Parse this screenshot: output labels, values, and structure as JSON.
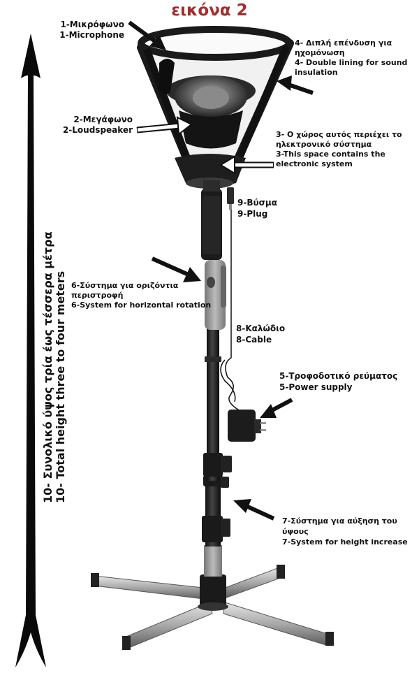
{
  "title": "εικόνα 2",
  "labels": {
    "microphone": {
      "gr": "1-Μικρόφωνο",
      "en": "1-Microphone"
    },
    "loudspeaker": {
      "gr": "2-Μεγάφωνο",
      "en": "2-Loudspeaker"
    },
    "electronics": {
      "gr1": "3- Ο χώρος αυτός περιέχει το",
      "gr2": "ηλεκτρονικό σύστημα",
      "en1": "3-This space contains the",
      "en2": "electronic system"
    },
    "lining": {
      "gr1": "4- Διπλή επένδυση για",
      "gr2": "ηχομόνωση",
      "en1": "4- Double lining for sound",
      "en2": "insulation"
    },
    "power": {
      "gr": "5-Τροφοδοτικό ρεύματος",
      "en": "5-Power supply"
    },
    "rotation": {
      "gr1": "6-Σύστημα για οριζόντια",
      "gr2": "περιστροφή",
      "en": "6-System for horizontal rotation"
    },
    "height": {
      "gr1": "7-Σύστημα για αύξηση του",
      "gr2": "ύψους",
      "en": "7-System for height increase"
    },
    "cable": {
      "gr": "8-Καλώδιο",
      "en": "8-Cable"
    },
    "plug": {
      "gr": "9-Βύσμα",
      "en": "9-Plug"
    },
    "total_height": {
      "gr": "10- Συνολικό ύψος τρία έως τέσσερα μέτρα",
      "en": "10- Total height three to four meters"
    }
  }
}
